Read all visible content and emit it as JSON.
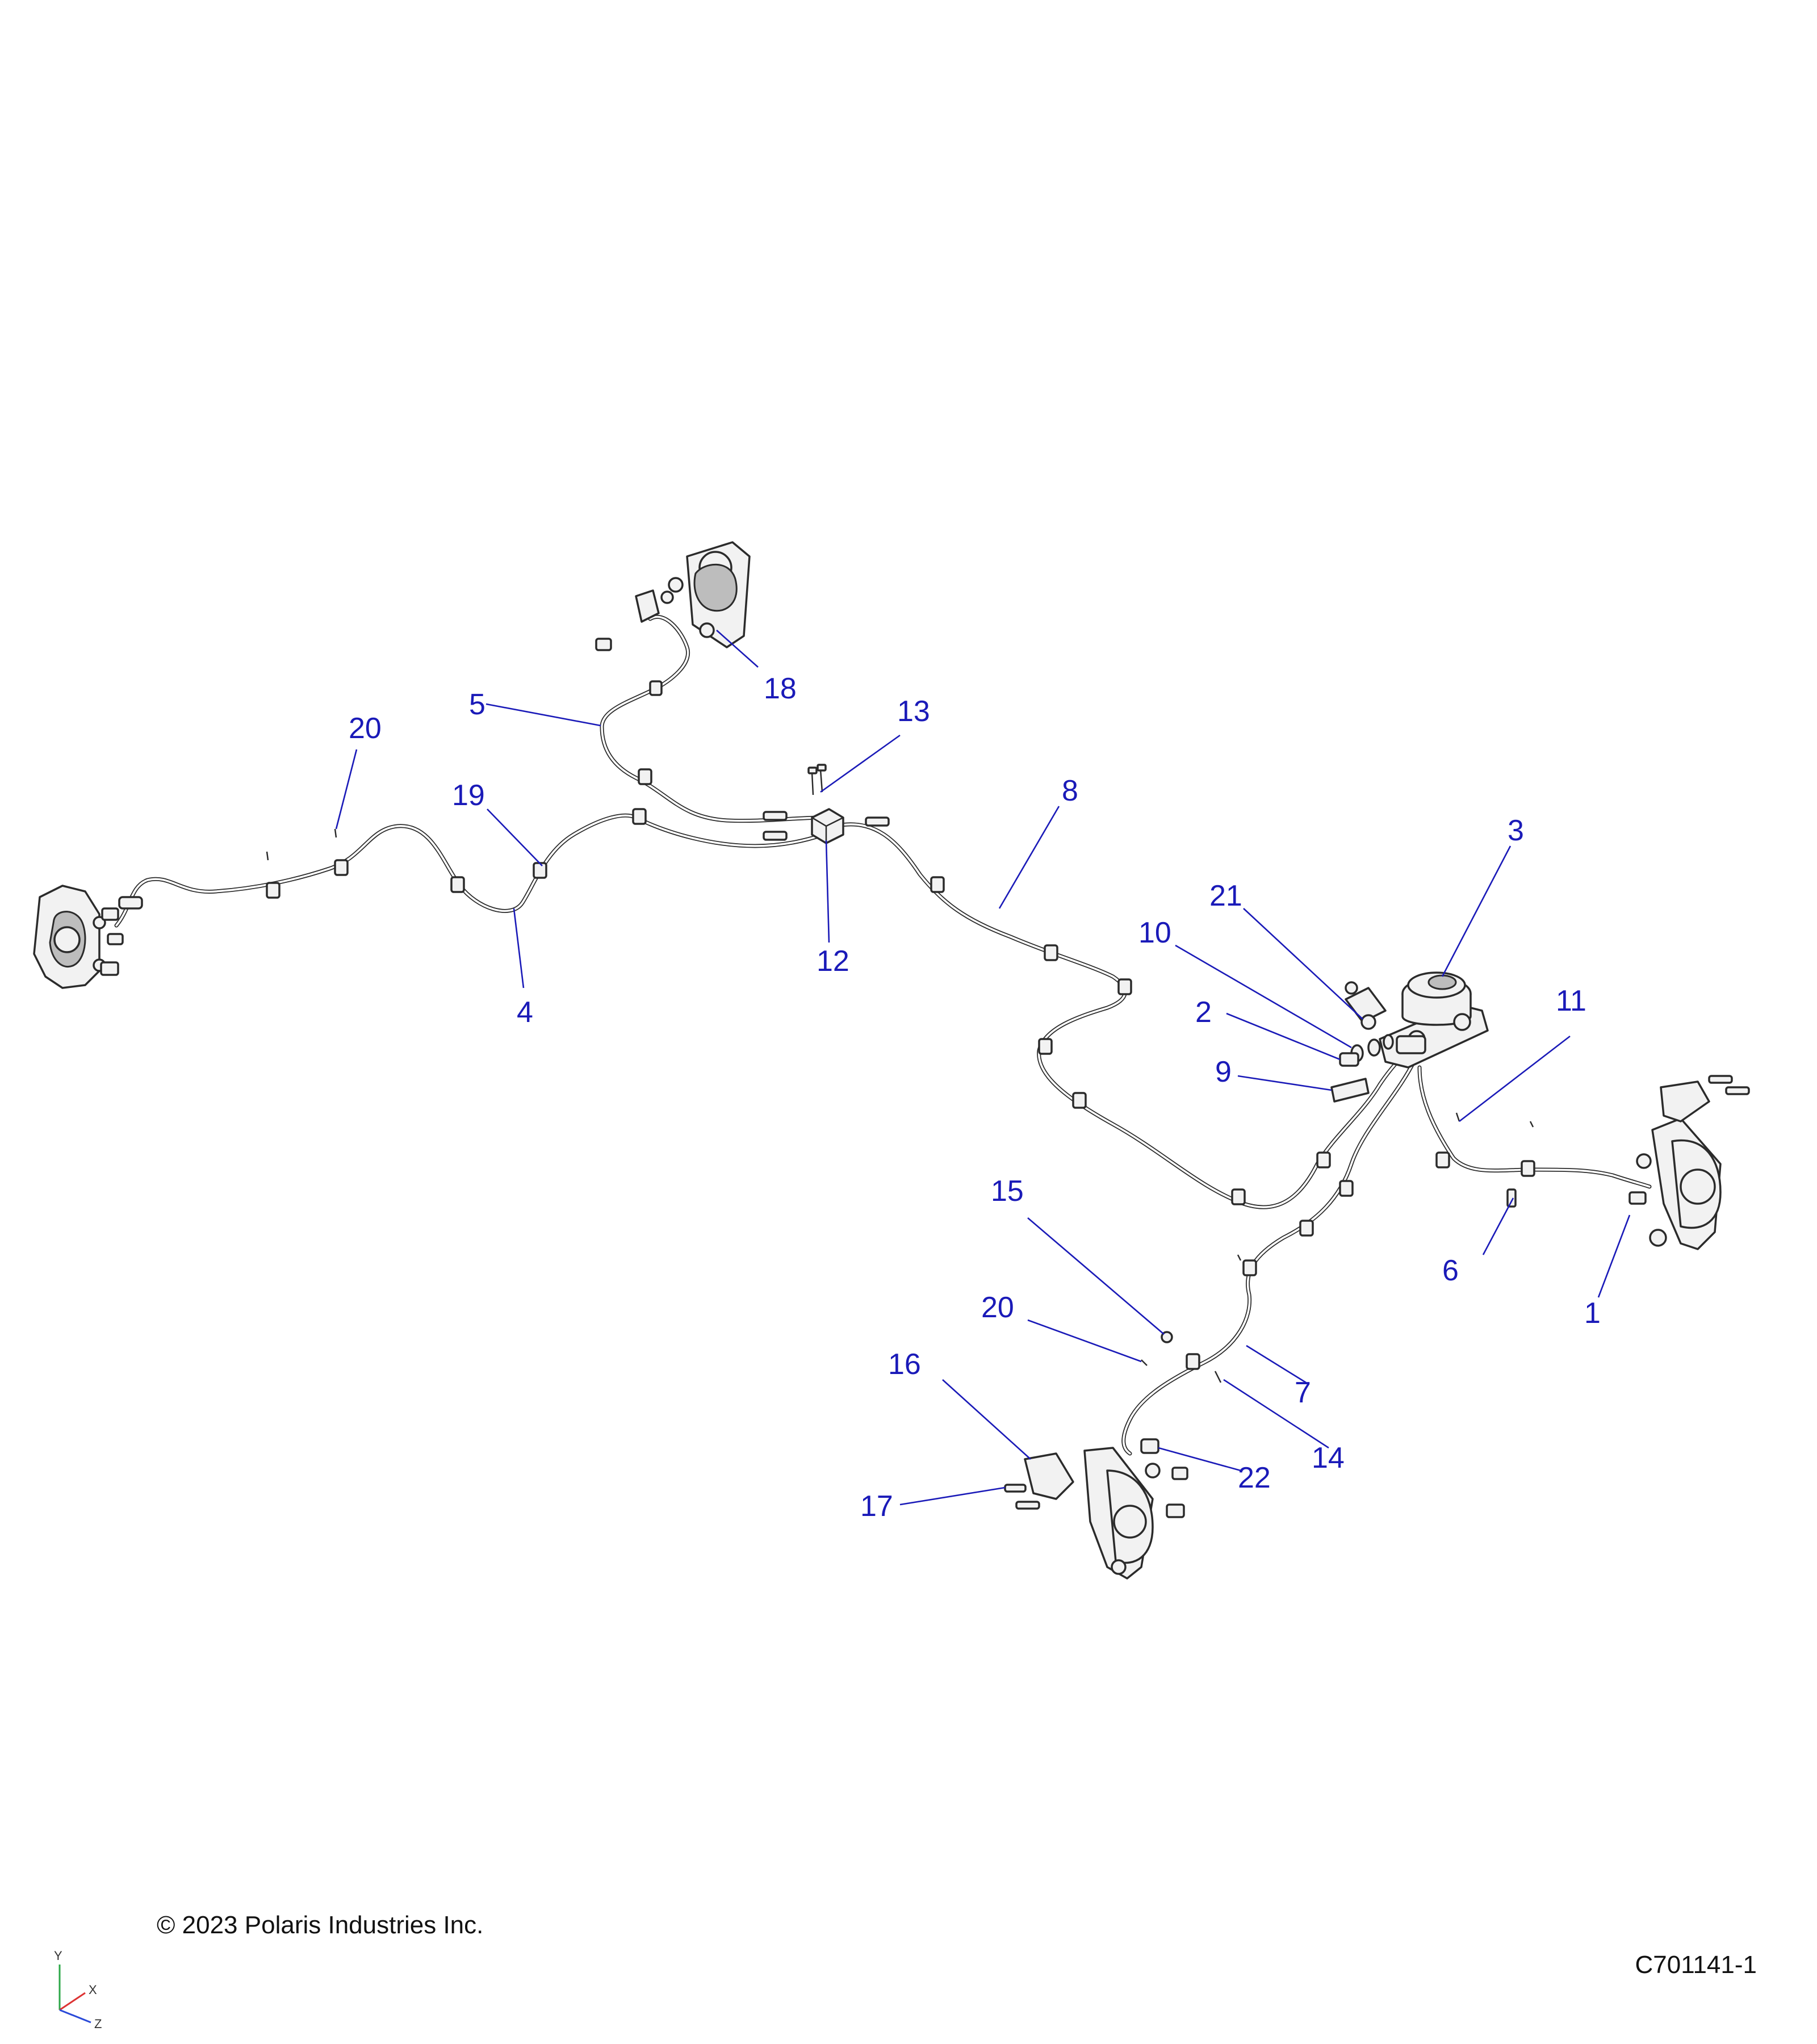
{
  "callouts": {
    "c1": "1",
    "c2": "2",
    "c3": "3",
    "c4": "4",
    "c5": "5",
    "c6": "6",
    "c7": "7",
    "c8": "8",
    "c9": "9",
    "c10": "10",
    "c11": "11",
    "c12": "12",
    "c13": "13",
    "c14": "14",
    "c15": "15",
    "c16": "16",
    "c17": "17",
    "c18": "18",
    "c19": "19",
    "c20a": "20",
    "c20b": "20",
    "c21": "21",
    "c22": "22"
  },
  "footer": {
    "copyright": "© 2023 Polaris Industries Inc.",
    "document_number": "C701141-1"
  },
  "axis_triad": {
    "y": "Y",
    "x": "X",
    "z": "Z"
  },
  "colors": {
    "callout": "#1a1ab8",
    "line_art": "#2b2b2b"
  }
}
